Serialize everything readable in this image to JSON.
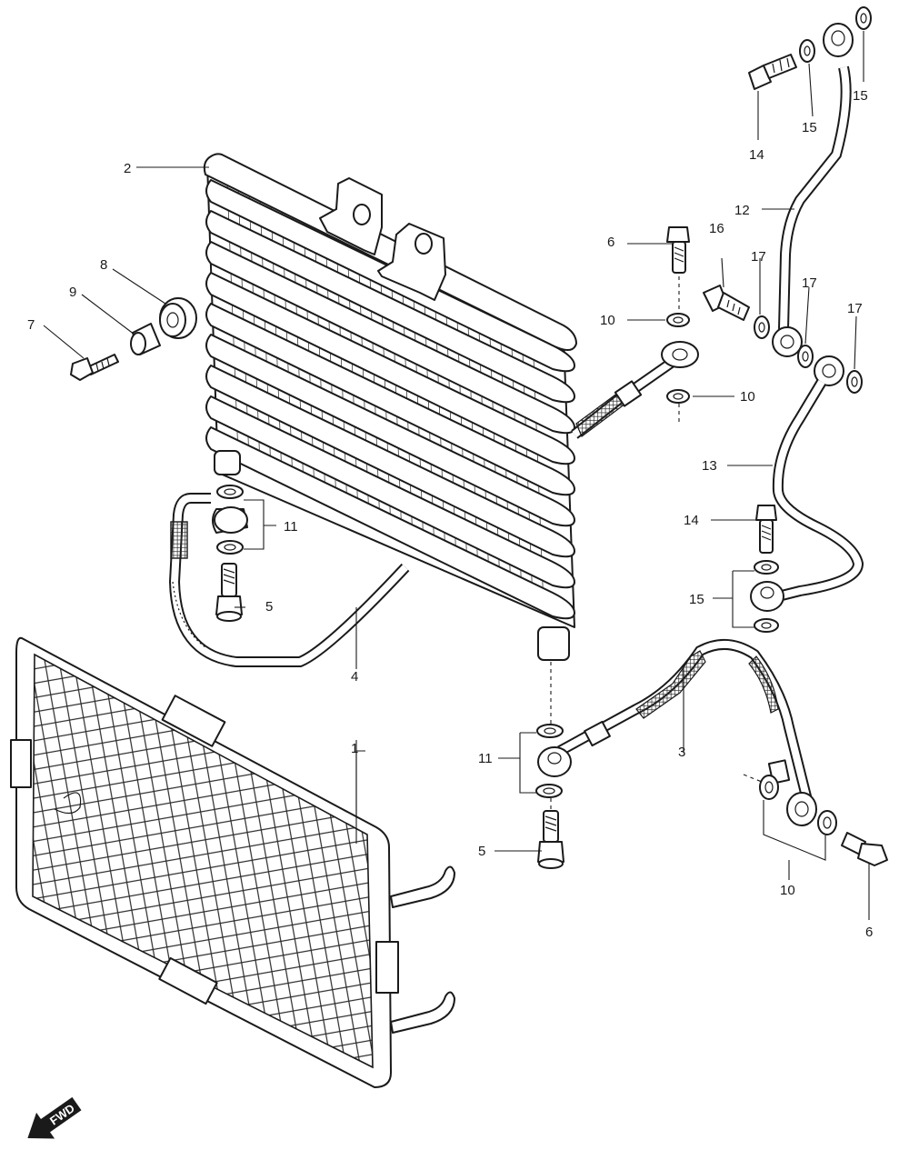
{
  "callouts": {
    "c1": "1",
    "c2": "2",
    "c3": "3",
    "c4": "4",
    "c5a": "5",
    "c5b": "5",
    "c6a": "6",
    "c6b": "6",
    "c7": "7",
    "c8": "8",
    "c9": "9",
    "c10a": "10",
    "c10b": "10",
    "c10c": "10",
    "c11a": "11",
    "c11b": "11",
    "c12": "12",
    "c13": "13",
    "c14a": "14",
    "c14b": "14",
    "c15a": "15",
    "c15b": "15",
    "c15c": "15",
    "c16": "16",
    "c17a": "17",
    "c17b": "17",
    "c17c": "17"
  },
  "direction_marker": {
    "label": "FWD",
    "icon": "fwd-arrow-icon"
  },
  "colors": {
    "line": "#1a1a1a",
    "background": "#ffffff"
  }
}
